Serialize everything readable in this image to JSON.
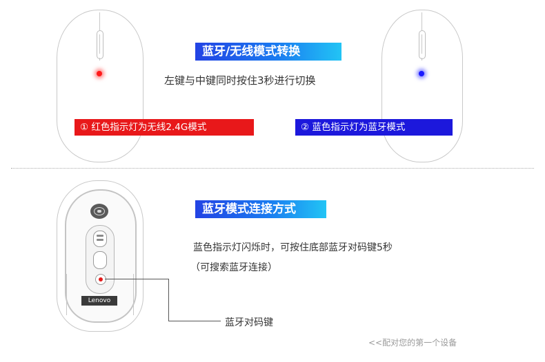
{
  "section1": {
    "title": "蓝牙/无线模式转换",
    "instruction": "左键与中键同时按住3秒进行切换",
    "left_label": "① 红色指示灯为无线2.4G模式",
    "right_label": "② 蓝色指示灯为蓝牙模式",
    "colors": {
      "red_led": "#ff1a1a",
      "blue_led": "#1a1aff",
      "red_label": "#e8181a",
      "blue_label": "#1c18dc"
    }
  },
  "section2": {
    "title": "蓝牙模式连接方式",
    "instruction_line1": "蓝色指示灯闪烁时，可按住底部蓝牙对码键5秒",
    "instruction_line2": "（可搜索蓝牙连接）",
    "pair_button_label": "蓝牙对码键",
    "brand": "Lenovo"
  },
  "footer": {
    "link_text": "<<配对您的第一个设备"
  },
  "icons": [
    "mouse-top-view",
    "mouse-bottom-view",
    "scroll-wheel-icon",
    "led-indicator-icon",
    "sensor-icon",
    "pair-button-icon"
  ]
}
